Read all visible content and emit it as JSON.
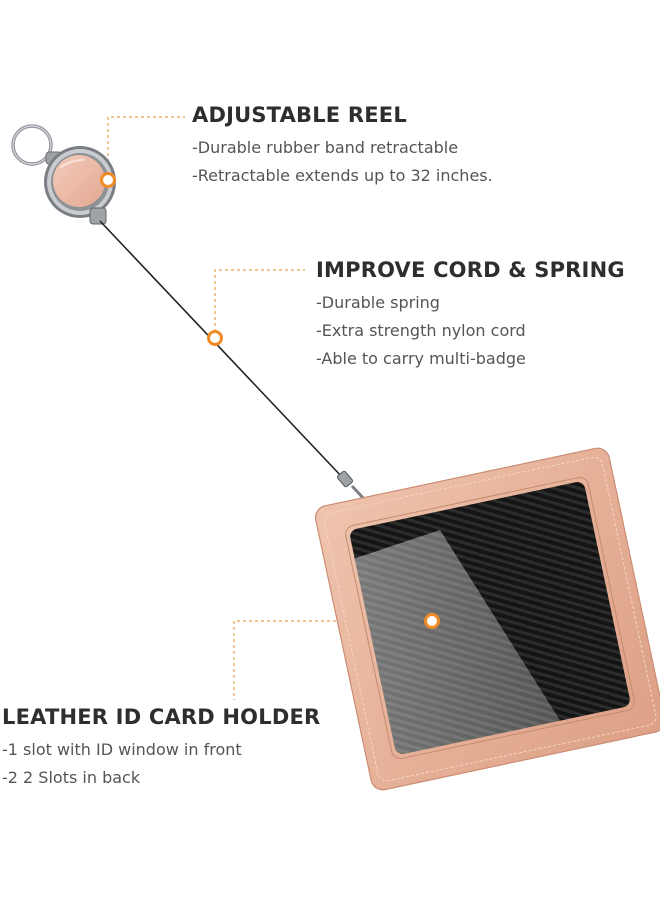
{
  "features": [
    {
      "title": "ADJUSTABLE REEL",
      "items": [
        "-Durable rubber band retractable",
        "-Retractable extends up to 32 inches."
      ]
    },
    {
      "title": "IMPROVE CORD & SPRING",
      "items": [
        "-Durable spring",
        "-Extra strength nylon cord",
        "-Able to carry multi-badge"
      ]
    },
    {
      "title": "LEATHER ID CARD HOLDER",
      "items": [
        "-1 slot with ID window in front",
        "-2 2 Slots in back"
      ]
    }
  ],
  "colors": {
    "accent": "#f08a24",
    "leader": "#e9a04f",
    "leather": "#e8b49b",
    "window": "#1c1c1c"
  }
}
